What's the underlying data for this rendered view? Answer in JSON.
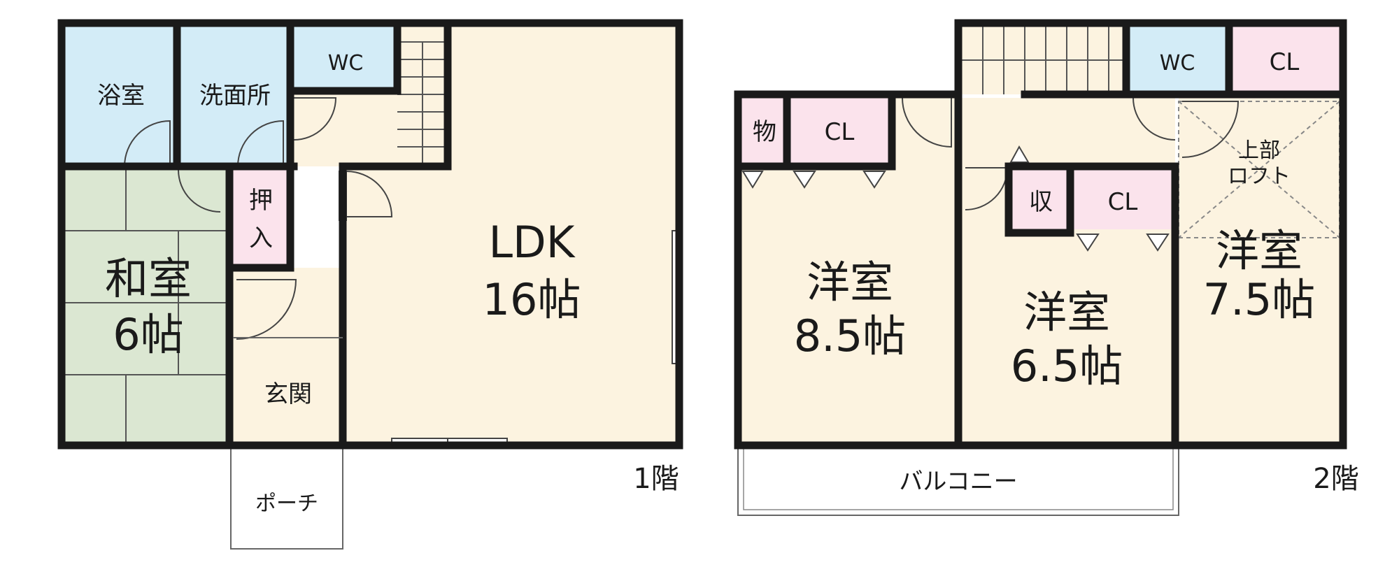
{
  "colors": {
    "bath_blue": "#d3ecf7",
    "living_cream": "#fcf3e0",
    "tatami_green": "#dbe7d2",
    "closet_pink": "#fbe3ec",
    "wall": "#1a1a1a"
  },
  "floor1": {
    "floor_label": "1階",
    "rooms": {
      "bath": "浴室",
      "washroom": "洗面所",
      "wc": "WC",
      "ldk_name": "LDK",
      "ldk_size": "16帖",
      "washitsu_name": "和室",
      "washitsu_size": "6帖",
      "oshiire_1": "押",
      "oshiire_2": "入",
      "genkan": "玄関",
      "porch": "ポーチ"
    }
  },
  "floor2": {
    "floor_label": "2階",
    "rooms": {
      "storage_small": "物",
      "cl_left": "CL",
      "wc": "WC",
      "cl_top_right": "CL",
      "shu": "収",
      "cl_middle": "CL",
      "loft_1": "上部",
      "loft_2": "ロフト",
      "youshitsu_a_name": "洋室",
      "youshitsu_a_size": "8.5帖",
      "youshitsu_b_name": "洋室",
      "youshitsu_b_size": "6.5帖",
      "youshitsu_c_name": "洋室",
      "youshitsu_c_size": "7.5帖",
      "balcony": "バルコニー"
    }
  }
}
